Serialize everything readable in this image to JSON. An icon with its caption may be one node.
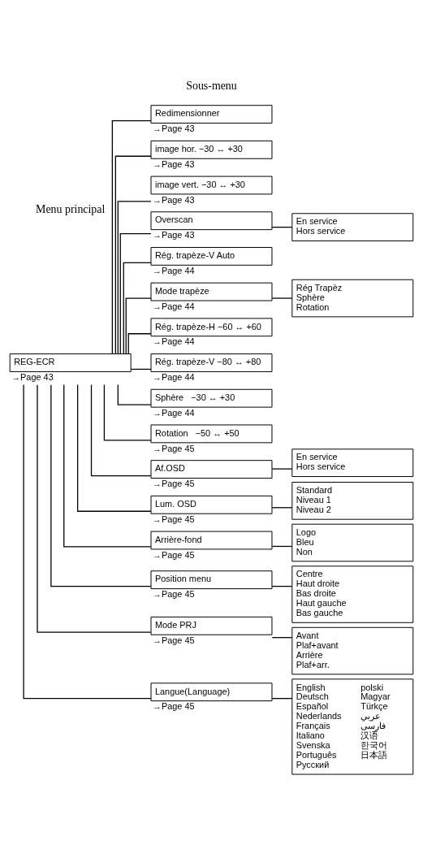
{
  "diagram": {
    "nodes": [
      {
        "text": [
          "REG-ECR"
        ],
        "beside": [
          "→Page 43"
        ]
      },
      {
        "text": [
          "Redimensionner"
        ],
        "beside": [
          "→Page 43"
        ]
      },
      {
        "text": [
          "image hor. −30 ↔ +30"
        ],
        "beside": [
          "→Page 43"
        ]
      },
      {
        "text": [
          "image vert. −30 ↔ +30"
        ],
        "beside": [
          "→Page 43"
        ]
      },
      {
        "text": [
          "Overscan"
        ],
        "beside": [
          "→Page 43"
        ]
      },
      {
        "text": [
          "En service",
          "Hors service"
        ]
      },
      {
        "text": [
          "Rég. trapèze-V Auto"
        ],
        "beside": [
          "→Page 44"
        ]
      },
      {
        "text": [
          "Mode trapèze"
        ],
        "beside": [
          "→Page 44"
        ]
      },
      {
        "text": [
          "Rég Trapèz",
          "Sphère",
          "Rotation"
        ]
      },
      {
        "text": [
          "Rég. trapèze-H −60 ↔ +60"
        ],
        "beside": [
          "→Page 44"
        ]
      },
      {
        "text": [
          "Rég. trapèze-V −80 ↔ +80"
        ],
        "beside": [
          "→Page 44"
        ]
      },
      {
        "text": [
          "Sphère   −30 ↔ +30"
        ],
        "beside": [
          "→Page 44"
        ]
      },
      {
        "text": [
          "Rotation   −50 ↔ +50"
        ],
        "beside": [
          "→Page 45"
        ]
      },
      {
        "text": [
          "Af.OSD"
        ],
        "beside": [
          "→Page 45"
        ]
      },
      {
        "text": [
          "En service",
          "Hors service"
        ]
      },
      {
        "text": [
          "Lum. OSD"
        ],
        "beside": [
          "→Page 45"
        ]
      },
      {
        "text": [
          "Standard",
          "Niveau 1",
          "Niveau 2"
        ]
      },
      {
        "text": [
          "Arrière-fond"
        ],
        "beside": [
          "→Page 45"
        ]
      },
      {
        "text": [
          "Logo",
          "Bleu",
          "Non"
        ]
      },
      {
        "text": [
          "Position menu"
        ],
        "beside": [
          "→Page 45"
        ]
      },
      {
        "text": [
          "Centre",
          "Haut droite",
          "Bas droite",
          "Haut gauche",
          "Bas gauche"
        ]
      },
      {
        "text": [
          "Mode PRJ"
        ],
        "beside": [
          "→Page 45"
        ]
      },
      {
        "text": [
          "Avant",
          "Plaf+avant",
          "Arrière",
          "Plaf+arr."
        ]
      },
      {
        "text": [
          "Langue(Language)"
        ],
        "beside": [
          "→Page 45"
        ]
      },
      {
        "text": [
          "English",
          "Deutsch",
          "Español",
          "Nederlands",
          "Français",
          "Italiano",
          "Svenska",
          "Português",
          "Русский",
          "polski",
          "Magyar",
          "Türkçe",
          "عربي",
          "فارسی",
          "汉语",
          "한국어",
          "日本語"
        ]
      }
    ],
    "edges": [
      {
        "from": 0,
        "to": 1,
        "arrow": "none"
      },
      {
        "from": 0,
        "to": 2,
        "arrow": "none"
      },
      {
        "from": 0,
        "to": 3,
        "arrow": "none"
      },
      {
        "from": 0,
        "to": 4,
        "arrow": "none"
      },
      {
        "from": 4,
        "to": 5,
        "arrow": "none"
      },
      {
        "from": 0,
        "to": 6,
        "arrow": "none"
      },
      {
        "from": 0,
        "to": 7,
        "arrow": "none"
      },
      {
        "from": 7,
        "to": 8,
        "arrow": "none"
      },
      {
        "from": 0,
        "to": 9,
        "arrow": "none"
      },
      {
        "from": 0,
        "to": 10,
        "arrow": "none"
      },
      {
        "from": 0,
        "to": 11,
        "arrow": "none"
      },
      {
        "from": 0,
        "to": 12,
        "arrow": "none"
      },
      {
        "from": 0,
        "to": 13,
        "arrow": "none"
      },
      {
        "from": 13,
        "to": 14,
        "arrow": "none"
      },
      {
        "from": 0,
        "to": 15,
        "arrow": "none"
      },
      {
        "from": 15,
        "to": 16,
        "arrow": "none"
      },
      {
        "from": 0,
        "to": 17,
        "arrow": "none"
      },
      {
        "from": 17,
        "to": 18,
        "arrow": "none"
      },
      {
        "from": 0,
        "to": 19,
        "arrow": "none"
      },
      {
        "from": 19,
        "to": 20,
        "arrow": "none"
      },
      {
        "from": 0,
        "to": 21,
        "arrow": "none"
      },
      {
        "from": 21,
        "to": 22,
        "arrow": "none"
      },
      {
        "from": 0,
        "to": 23,
        "arrow": "none"
      },
      {
        "from": 23,
        "to": 24,
        "arrow": "none"
      }
    ],
    "labels": [
      "Menu principal",
      "Sous-menu"
    ]
  }
}
